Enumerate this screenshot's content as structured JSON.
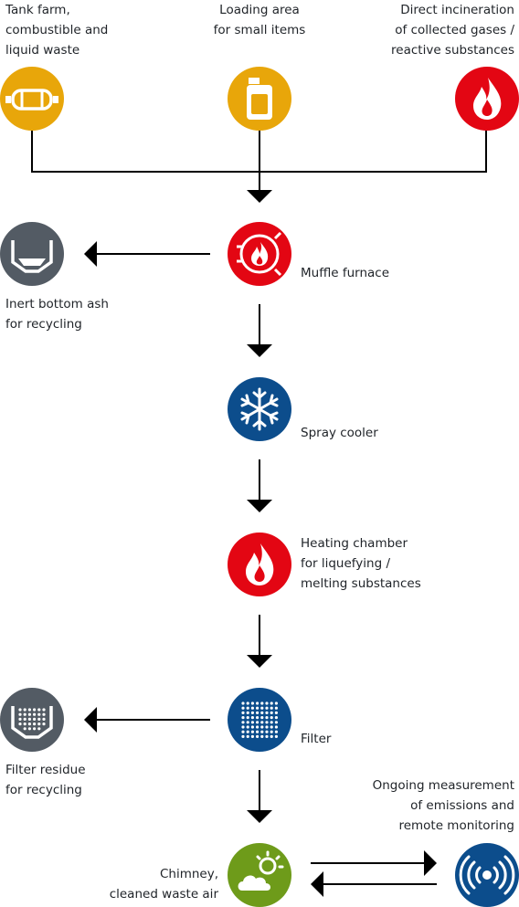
{
  "colors": {
    "yellow": "#e8a60a",
    "red": "#e30613",
    "blue": "#0c4d8c",
    "gray": "#535b64",
    "green": "#6e9b1a",
    "line": "#000000"
  },
  "labels": {
    "tank_farm": "Tank farm,\ncombustible and\nliquid waste",
    "loading_area": "Loading area\nfor small items",
    "direct_incineration": "Direct incineration\nof collected gases /\nreactive substances",
    "muffle_furnace": "Muffle furnace",
    "bottom_ash": "Inert bottom ash\nfor recycling",
    "spray_cooler": "Spray cooler",
    "heating_chamber": "Heating chamber\nfor liquefying /\nmelting substances",
    "filter": "Filter",
    "filter_residue": "Filter residue\nfor recycling",
    "ongoing_measurement": "Ongoing measurement\nof emissions and\nremote monitoring",
    "chimney": "Chimney,\ncleaned waste air"
  },
  "icons": {
    "tank": "tank-icon",
    "canister": "canister-icon",
    "flame": "flame-icon",
    "furnace": "furnace-icon",
    "ash": "bottom-ash-icon",
    "snowflake": "snowflake-icon",
    "filter": "filter-icon",
    "residue": "filter-residue-icon",
    "chimney": "sun-cloud-icon",
    "monitoring": "signal-icon"
  }
}
